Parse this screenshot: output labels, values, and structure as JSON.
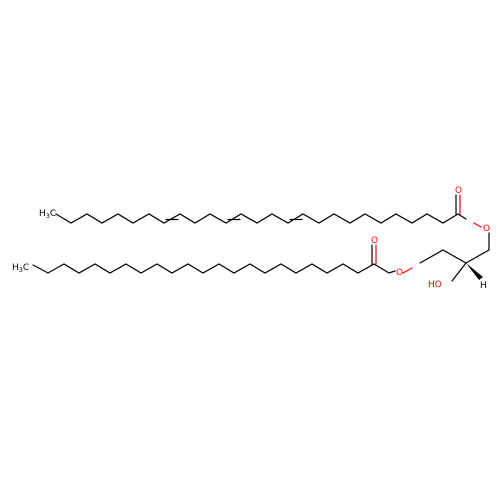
{
  "molecule": {
    "colors": {
      "carbon": "#000000",
      "oxygen": "#ff0000"
    },
    "labels": {
      "ch3_top": {
        "main": "H",
        "sub": "3",
        "tail": "C"
      },
      "ch3_bottom": {
        "main": "H",
        "sub": "3",
        "tail": "C"
      },
      "carbonyl_o_top": "O",
      "ester_o_top": "O",
      "carbonyl_o_bottom": "O",
      "ester_o_bottom": "O",
      "hydroxyl": "HO",
      "stereo_h": "H"
    }
  }
}
